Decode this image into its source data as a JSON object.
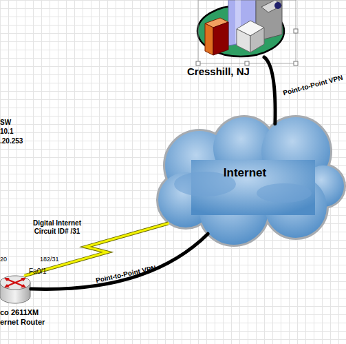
{
  "diagram": {
    "nodes": [
      {
        "text": [
          "Cresshill, NJ"
        ]
      },
      {
        "text": [
          "Internet"
        ]
      },
      {
        "text": [
          "co 2611XM ernet Router"
        ]
      }
    ],
    "edges": [
      {
        "from": 0,
        "to": 1,
        "label": "Point-to-Point VPN",
        "arrow": "none"
      },
      {
        "from": 2,
        "to": 1,
        "label": "Digital Internet Circuit ID# /31",
        "arrow": "none"
      },
      {
        "from": 2,
        "to": 1,
        "label": "Point-to-Point VPN",
        "arrow": "none"
      }
    ],
    "labels": [
      "SW",
      "10.1",
      ".20.253",
      "20",
      "182/31",
      "Fa0/1"
    ]
  }
}
